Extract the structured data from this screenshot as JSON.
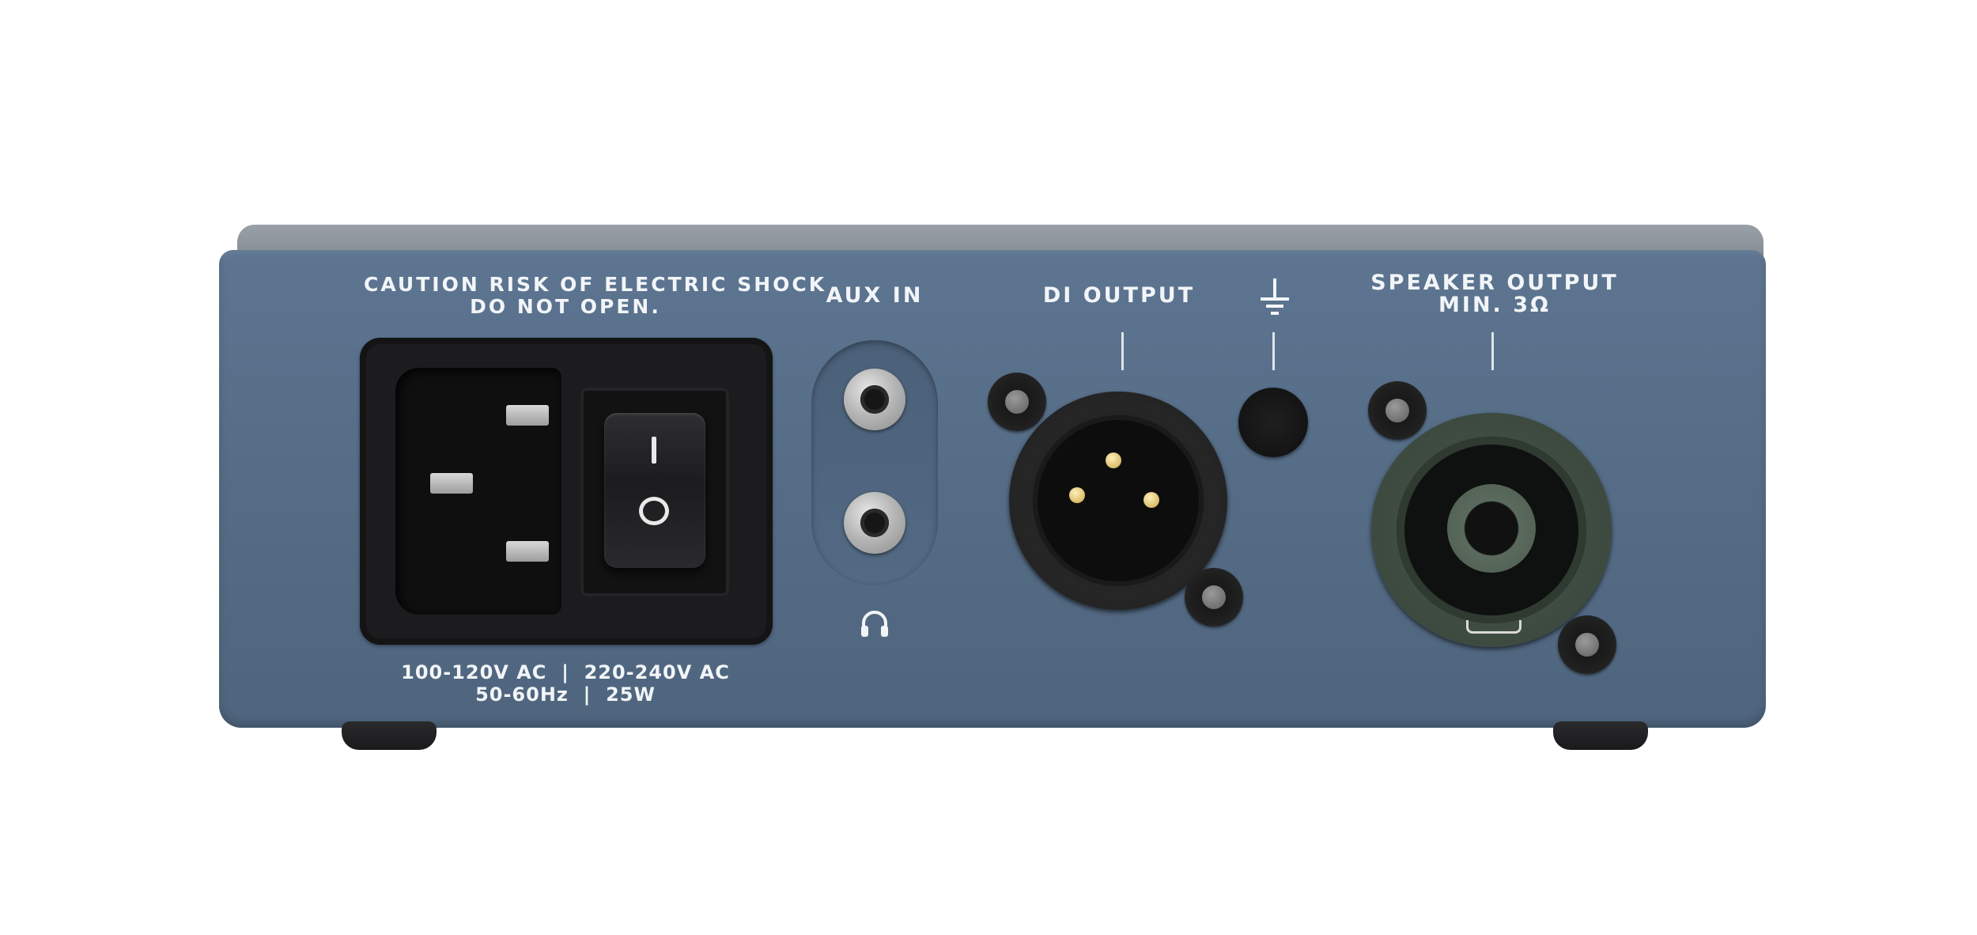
{
  "panel": {
    "caution": {
      "word": "CAUTION",
      "line1_rest": " RISK OF ELECTRIC SHOCK",
      "line2": "DO NOT OPEN."
    },
    "power_rating": {
      "line1": "100-120V AC  |  220-240V AC",
      "line2": "50-60Hz  |  25W"
    },
    "aux_in_label": "AUX IN",
    "di_output_label": "DI OUTPUT",
    "speaker_output": {
      "line1": "SPEAKER OUTPUT",
      "line2": "MIN. 3Ω"
    },
    "switch_on_symbol": "I",
    "switch_off_symbol": "O",
    "icons": {
      "ground": "ground-icon",
      "headphones": "headphones-icon"
    },
    "colors": {
      "panel": "#566d87",
      "lid": "#8b9299",
      "legend_text": "#f2f5f8",
      "speakon_housing": "#3d4a40"
    }
  }
}
